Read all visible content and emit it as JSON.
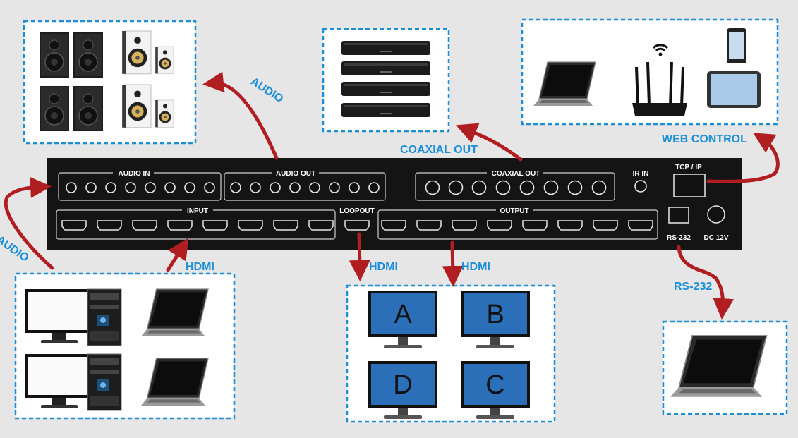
{
  "labels": {
    "audio_top": "AUDIO",
    "audio_left": "AUDIO",
    "coaxial_out": "COAXIAL OUT",
    "web_control": "WEB CONTROL",
    "hdmi_in": "HDMI",
    "hdmi_loop": "HDMI",
    "hdmi_out": "HDMI",
    "rs232": "RS-232"
  },
  "panel": {
    "audio_in": "AUDIO IN",
    "audio_out": "AUDIO OUT",
    "coaxial_out": "COAXIAL OUT",
    "ir_in": "IR IN",
    "tcp_ip": "TCP / IP",
    "input": "INPUT",
    "loopout": "LOOPOUT",
    "output": "OUTPUT",
    "rs232": "RS-232",
    "dc": "DC 12V"
  },
  "monitors": [
    "A",
    "B",
    "D",
    "C"
  ],
  "colors": {
    "label_blue": "#1a8fd8",
    "arrow_red": "#b11e22",
    "panel_black": "#141414",
    "screen_blue": "#2a6fb8"
  },
  "icons": [
    "speaker-icon",
    "soundbar-icon",
    "laptop-icon",
    "router-icon",
    "phone-icon",
    "tablet-icon",
    "desktop-pc-icon",
    "monitor-icon",
    "wifi-icon"
  ]
}
